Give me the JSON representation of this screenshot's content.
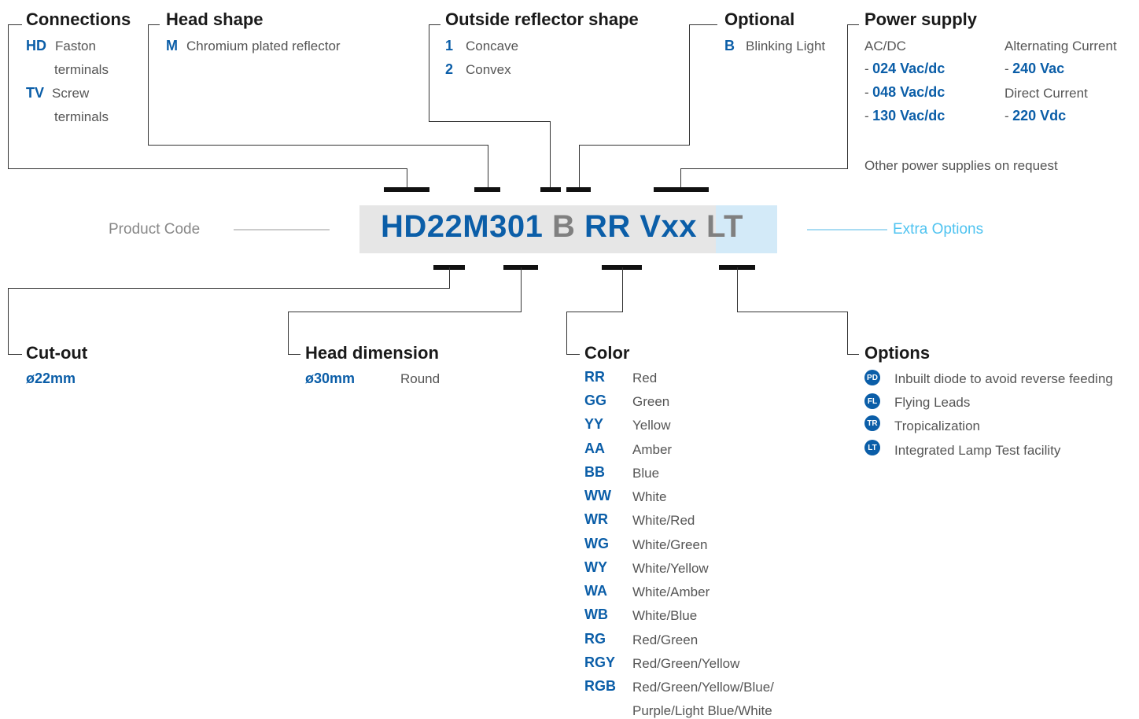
{
  "connections": {
    "title": "Connections",
    "items": [
      {
        "code": "HD",
        "desc1": "Faston",
        "desc2": "terminals"
      },
      {
        "code": "TV",
        "desc1": "Screw",
        "desc2": "terminals"
      }
    ]
  },
  "head_shape": {
    "title": "Head shape",
    "items": [
      {
        "code": "M",
        "desc": "Chromium plated reflector"
      }
    ]
  },
  "outside_reflector": {
    "title": "Outside reflector shape",
    "items": [
      {
        "code": "1",
        "desc": "Concave"
      },
      {
        "code": "2",
        "desc": "Convex"
      }
    ]
  },
  "optional": {
    "title": "Optional",
    "items": [
      {
        "code": "B",
        "desc": "Blinking Light"
      }
    ]
  },
  "power_supply": {
    "title": "Power supply",
    "acdc_label": "AC/DC",
    "ac_label": "Alternating Current",
    "dc_label": "Direct Current",
    "acdc_values": [
      "024 Vac/dc",
      "048 Vac/dc",
      "130 Vac/dc"
    ],
    "ac_values": [
      "240 Vac"
    ],
    "dc_values": [
      "220 Vdc"
    ],
    "dash": "-",
    "note": "Other power supplies on request"
  },
  "product_code": {
    "label": "Product Code",
    "main": "HD22M301",
    "blinking": "B",
    "color": "RR",
    "voltage": "Vxx",
    "extra": "LT",
    "extra_label": "Extra Options"
  },
  "cut_out": {
    "title": "Cut-out",
    "value": "ø22mm"
  },
  "head_dimension": {
    "title": "Head dimension",
    "value": "ø30mm",
    "desc": "Round"
  },
  "color": {
    "title": "Color",
    "items": [
      {
        "code": "RR",
        "desc": "Red"
      },
      {
        "code": "GG",
        "desc": "Green"
      },
      {
        "code": "YY",
        "desc": "Yellow"
      },
      {
        "code": "AA",
        "desc": "Amber"
      },
      {
        "code": "BB",
        "desc": "Blue"
      },
      {
        "code": "WW",
        "desc": "White"
      },
      {
        "code": "WR",
        "desc": "White/Red"
      },
      {
        "code": "WG",
        "desc": "White/Green"
      },
      {
        "code": "WY",
        "desc": "White/Yellow"
      },
      {
        "code": "WA",
        "desc": "White/Amber"
      },
      {
        "code": "WB",
        "desc": "White/Blue"
      },
      {
        "code": "RG",
        "desc": "Red/Green"
      },
      {
        "code": "RGY",
        "desc": "Red/Green/Yellow"
      },
      {
        "code": "RGB",
        "desc": "Red/Green/Yellow/Blue/",
        "desc2": "Purple/Light Blue/White"
      }
    ]
  },
  "options": {
    "title": "Options",
    "items": [
      {
        "badge": "PD",
        "desc": "Inbuilt diode to avoid reverse feeding"
      },
      {
        "badge": "FL",
        "desc": "Flying Leads"
      },
      {
        "badge": "TR",
        "desc": "Tropicalization"
      },
      {
        "badge": "LT",
        "desc": "Integrated Lamp Test facility"
      }
    ]
  },
  "colors": {
    "accent": "#0b5ea8",
    "extra": "#4fc3f0",
    "box": "#e6e6e6",
    "extra_box": "#d3eaf8"
  }
}
